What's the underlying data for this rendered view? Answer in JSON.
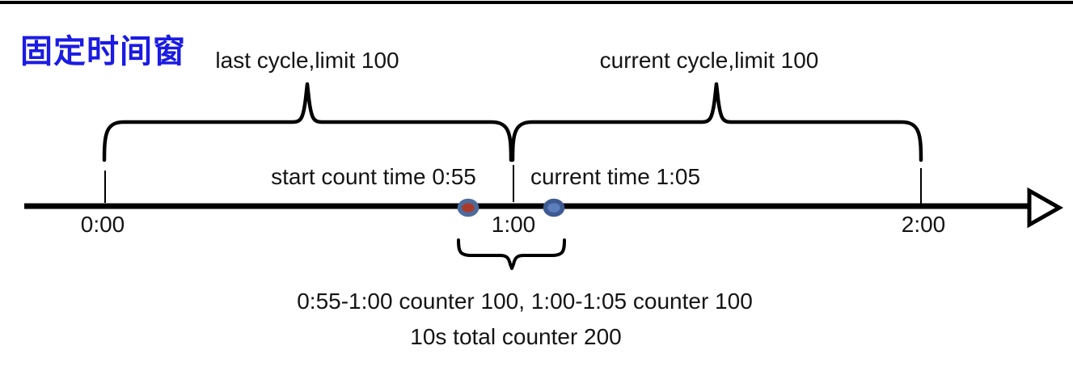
{
  "title": "固定时间窗",
  "cycles": [
    {
      "label": "last cycle,limit 100"
    },
    {
      "label": "current cycle,limit 100"
    }
  ],
  "timeline": {
    "tick_labels": [
      "0:00",
      "1:00",
      "2:00"
    ],
    "markers": [
      {
        "label": "start count time 0:55"
      },
      {
        "label": "current time 1:05"
      }
    ]
  },
  "summary": {
    "counters_line": "0:55-1:00 counter 100, 1:00-1:05 counter 100",
    "total_line": "10s total counter 200"
  },
  "colors": {
    "title_text": "#1B1BE3",
    "diagram_stroke": "#000000",
    "start_marker_fill": "#A93B2B",
    "start_marker_ring": "#4C6C9C",
    "current_marker_fill": "#5B7EBC",
    "current_marker_ring": "#3D5A92"
  }
}
